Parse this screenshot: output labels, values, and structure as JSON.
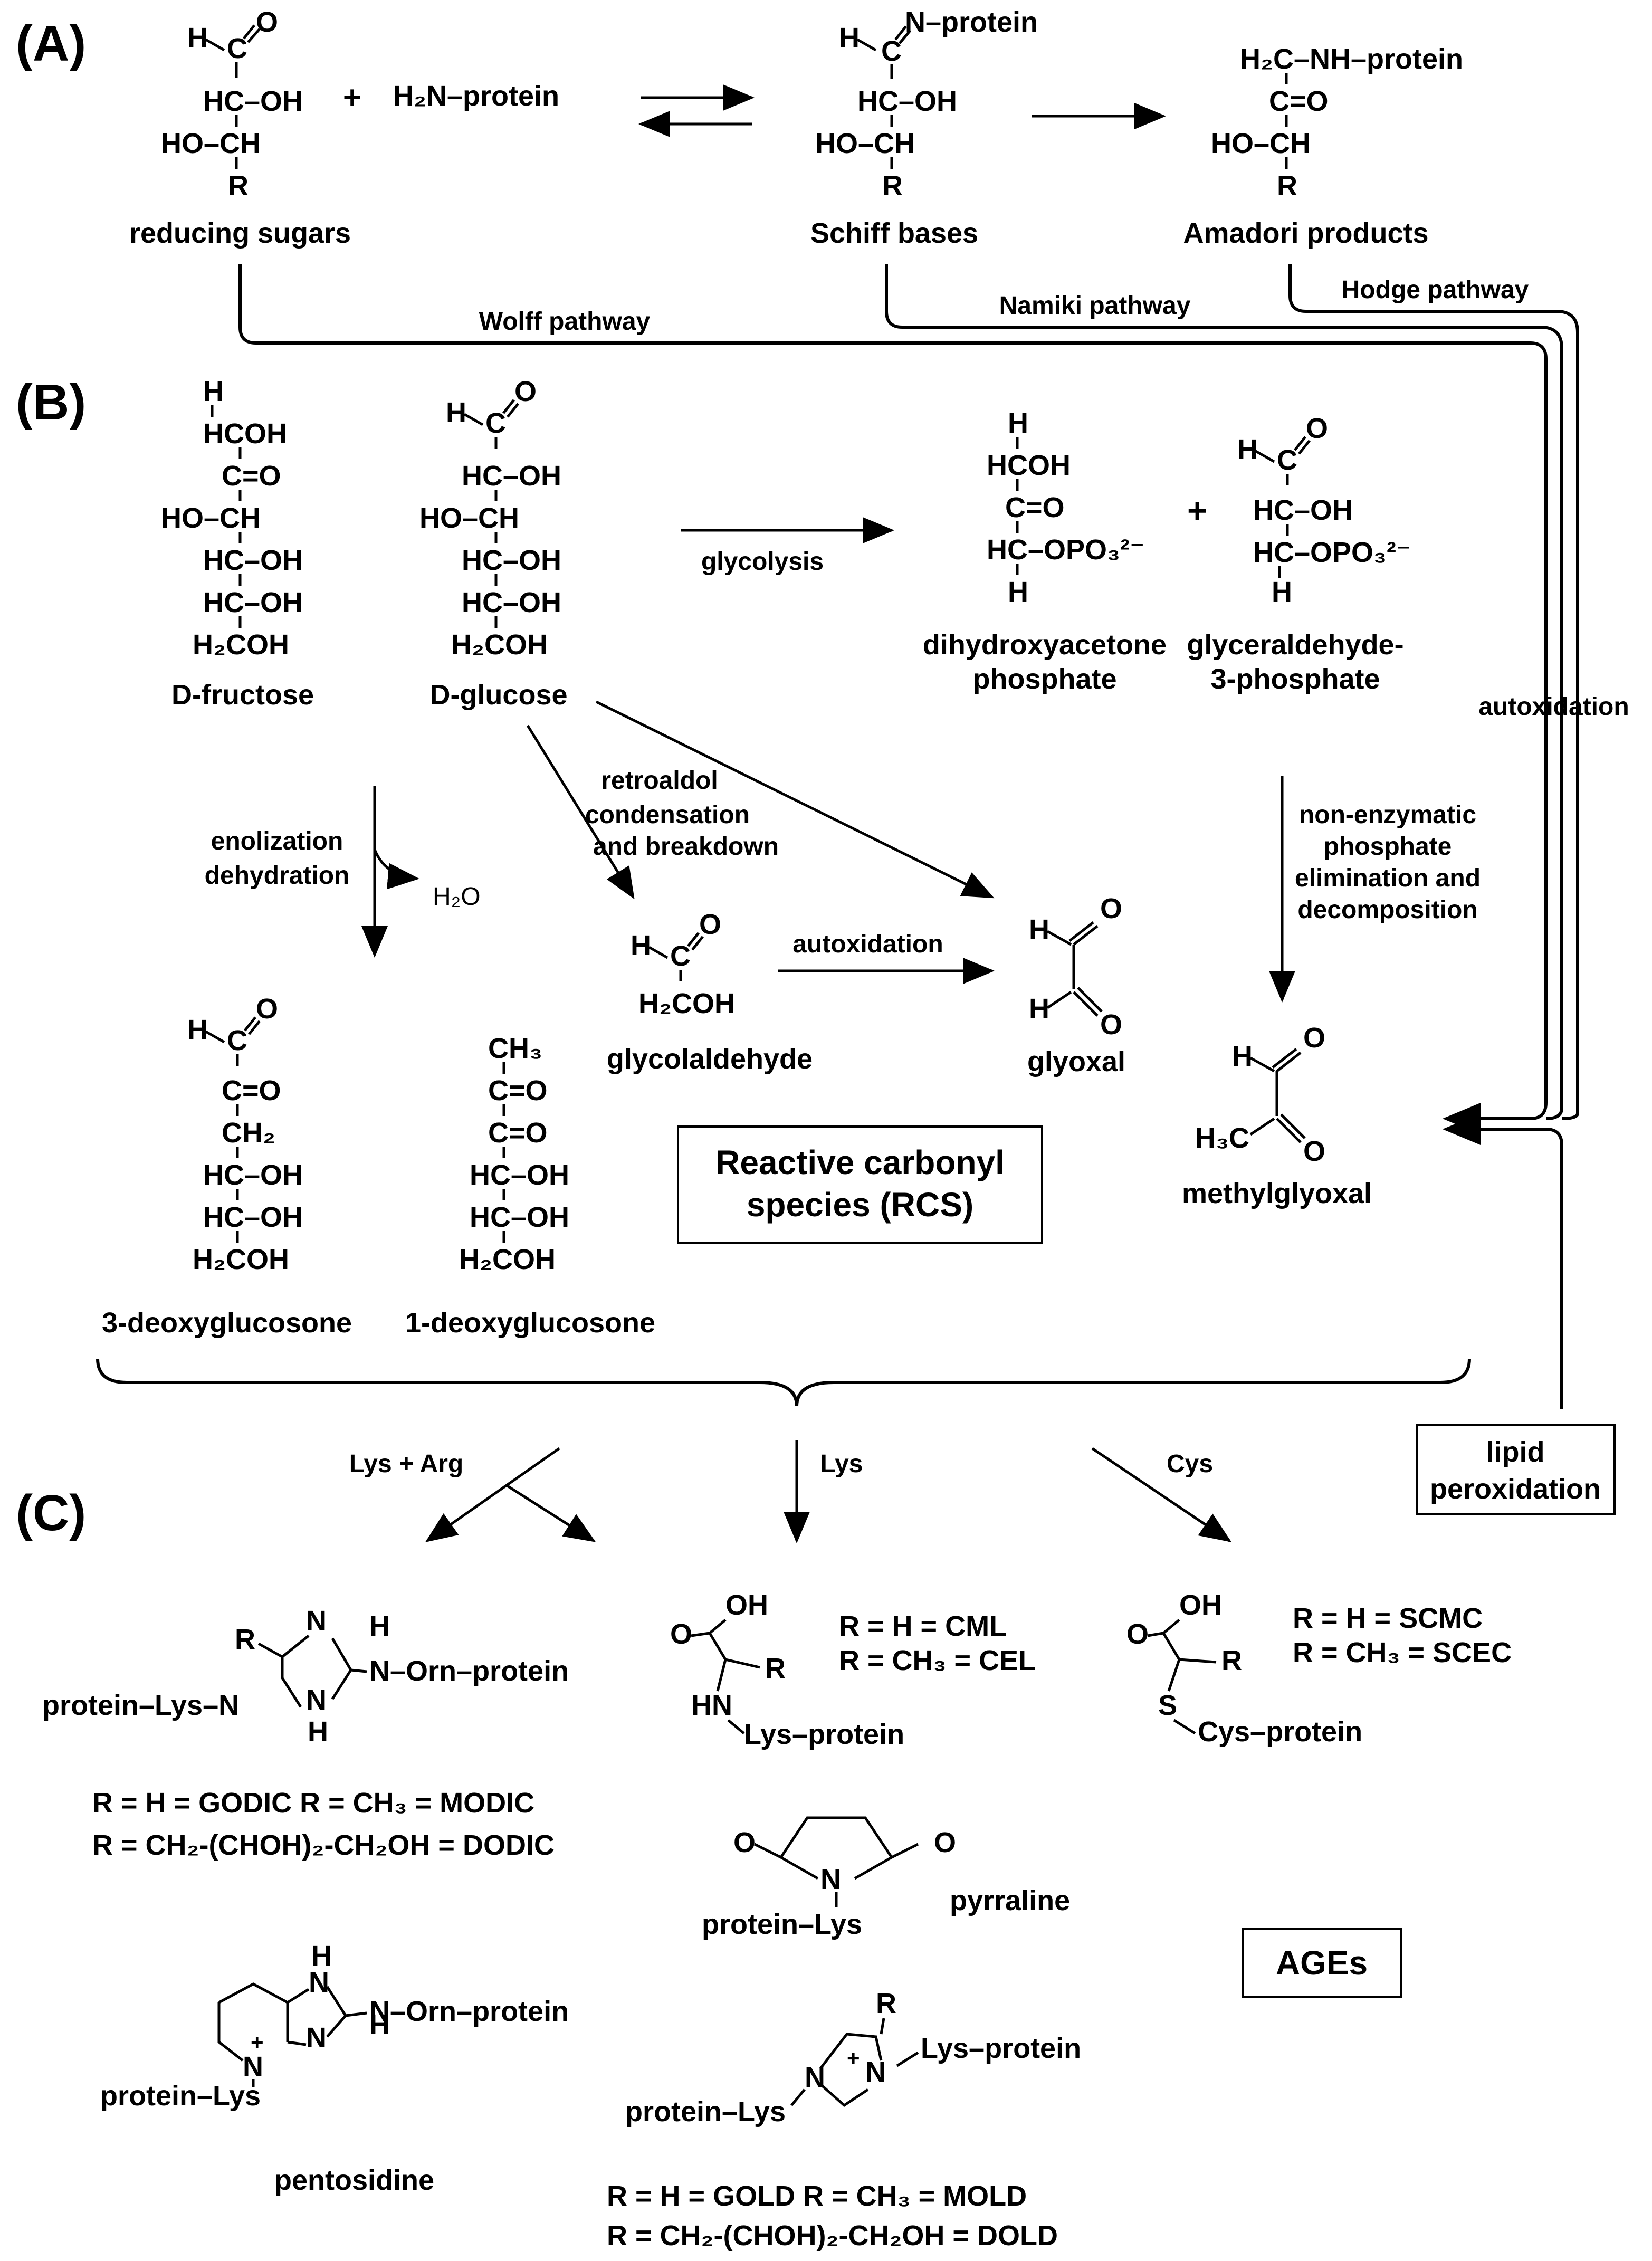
{
  "sections": {
    "a": "(A)",
    "b": "(B)",
    "c": "(C)"
  },
  "reactants": {
    "plus": "+",
    "h2n_protein": "H₂N–protein"
  },
  "sugar_struct": [
    "H",
    "C",
    "O",
    "HC–OH",
    "HO–CH",
    "R"
  ],
  "schiff_struct": [
    "H",
    "C",
    "N–protein",
    "HC–OH",
    "HO–CH",
    "R"
  ],
  "amadori_struct": [
    "H₂C–NH–protein",
    "C=O",
    "HO–CH",
    "R"
  ],
  "labels": {
    "reducing_sugars": "reducing sugars",
    "schiff_bases": "Schiff bases",
    "amadori_products": "Amadori products",
    "d_fructose": "D-fructose",
    "d_glucose": "D-glucose",
    "dhap": [
      "dihydroxyacetone",
      "phosphate"
    ],
    "g3p": [
      "glyceraldehyde-",
      "3-phosphate"
    ],
    "glycolaldehyde": "glycolaldehyde",
    "glyoxal": "glyoxal",
    "methylglyoxal": "methylglyoxal",
    "three_dg": "3-deoxyglucosone",
    "one_dg": "1-deoxyglucosone",
    "pyrraline": "pyrraline",
    "pentosidine": "pentosidine"
  },
  "pathways": {
    "wolff": "Wolff pathway",
    "namiki": "Namiki pathway",
    "hodge": "Hodge pathway",
    "autoxidation": "autoxidation",
    "glycolysis": "glycolysis",
    "retroaldol": [
      "retroaldol",
      "condensation",
      "and breakdown"
    ],
    "enolization": [
      "enolization",
      "dehydration"
    ],
    "h2o": "H₂O",
    "autoxidation2": "autoxidation",
    "nonenzymatic": [
      "non-enzymatic",
      "phosphate",
      "elimination and",
      "decomposition"
    ],
    "lys_arg": "Lys + Arg",
    "lys": "Lys",
    "cys": "Cys"
  },
  "boxes": {
    "rcs": [
      "Reactive carbonyl",
      "species (RCS)"
    ],
    "lipid": [
      "lipid",
      "peroxidation"
    ],
    "ages": "AGEs"
  },
  "fructose_struct": [
    "H",
    "HCOH",
    "C=O",
    "HO–CH",
    "HC–OH",
    "HC–OH",
    "H₂COH"
  ],
  "glucose_struct": [
    "H",
    "C",
    "O",
    "HC–OH",
    "HO–CH",
    "HC–OH",
    "HC–OH",
    "H₂COH"
  ],
  "dhap_struct": [
    "H",
    "HCOH",
    "C=O",
    "HC–OPO₃²⁻",
    "H"
  ],
  "g3p_struct": [
    "H",
    "C",
    "O",
    "HC–OH",
    "HC–OPO₃²⁻",
    "H"
  ],
  "glycol_struct": [
    "H",
    "C",
    "O",
    "H₂COH"
  ],
  "glyoxal_struct": [
    "H",
    "O",
    "H",
    "O"
  ],
  "mgo_struct": [
    "H",
    "O",
    "H₃C",
    "O"
  ],
  "dg3_struct": [
    "H",
    "C",
    "O",
    "C=O",
    "CH₂",
    "HC–OH",
    "HC–OH",
    "H₂COH"
  ],
  "dg1_struct": [
    "CH₃",
    "C=O",
    "C=O",
    "HC–OH",
    "HC–OH",
    "H₂COH"
  ],
  "ages_c": {
    "godic_core": [
      "R",
      "N",
      "H",
      "N–Orn–protein",
      "protein–Lys–N",
      "N",
      "H"
    ],
    "godic_defs": [
      "R = H = GODIC     R = CH₃ = MODIC",
      "R = CH₂-(CHOH)₂-CH₂OH = DODIC"
    ],
    "cml_core": [
      "OH",
      "O",
      "R",
      "HN",
      "Lys–protein"
    ],
    "cml_defs": [
      "R = H = CML",
      "R = CH₃ = CEL"
    ],
    "scmc_core": [
      "OH",
      "O",
      "R",
      "S",
      "Cys–protein"
    ],
    "scmc_defs": [
      "R = H = SCMC",
      "R = CH₃ = SCEC"
    ],
    "pyrraline_core": [
      "O",
      "O",
      "N",
      "protein–Lys"
    ],
    "pento_core": [
      "H",
      "N",
      "N",
      "H",
      "N–Orn–protein",
      "+",
      "N",
      "protein–Lys"
    ],
    "gold_core": [
      "R",
      "N",
      "+",
      "N",
      "Lys–protein",
      "protein–Lys"
    ],
    "gold_defs": [
      "R = H = GOLD       R = CH₃ = MOLD",
      "R = CH₂-(CHOH)₂-CH₂OH = DOLD"
    ]
  }
}
